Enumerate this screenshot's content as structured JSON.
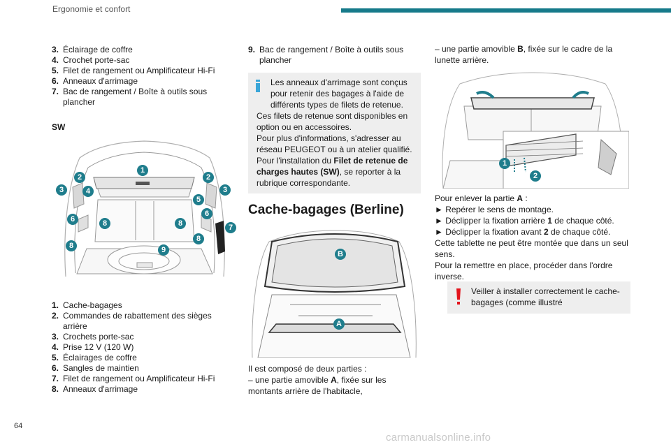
{
  "header": {
    "title": "Ergonomie et confort"
  },
  "page_number": "64",
  "watermark": "carmanualsonline.info",
  "col1": {
    "list_top": [
      {
        "n": "3.",
        "t": "Éclairage de coffre"
      },
      {
        "n": "4.",
        "t": "Crochet porte-sac"
      },
      {
        "n": "5.",
        "t": "Filet de rangement ou Amplificateur Hi-Fi"
      },
      {
        "n": "6.",
        "t": "Anneaux d'arrimage"
      },
      {
        "n": "7.",
        "t": "Bac de rangement / Boîte à outils sous plancher"
      }
    ],
    "sw_label": "SW",
    "sw_callouts": [
      "1",
      "2",
      "2",
      "3",
      "3",
      "4",
      "5",
      "6",
      "6",
      "7",
      "8",
      "8",
      "8",
      "8",
      "9"
    ],
    "list_bottom": [
      {
        "n": "1.",
        "t": "Cache-bagages"
      },
      {
        "n": "2.",
        "t": "Commandes de rabattement des sièges arrière"
      },
      {
        "n": "3.",
        "t": "Crochets porte-sac"
      },
      {
        "n": "4.",
        "t": "Prise 12 V (120 W)"
      },
      {
        "n": "5.",
        "t": "Éclairages de coffre"
      },
      {
        "n": "6.",
        "t": "Sangles de maintien"
      },
      {
        "n": "7.",
        "t": "Filet de rangement ou Amplificateur Hi-Fi"
      },
      {
        "n": "8.",
        "t": "Anneaux d'arrimage"
      }
    ]
  },
  "col2": {
    "item9": {
      "n": "9.",
      "t": "Bac de rangement / Boîte à outils sous plancher"
    },
    "info": {
      "line1": "Les anneaux d'arrimage sont conçus pour retenir des bagages à l'aide de différents types de filets de retenue.",
      "line2": "Ces filets de retenue sont disponibles en option ou en accessoires.",
      "line3": "Pour plus d'informations, s'adresser au réseau PEUGEOT ou à un atelier qualifié.",
      "line4_pre": "Pour l'installation du ",
      "line4_bold": "Filet de retenue de charges hautes (SW)",
      "line4_post": ", se reporter à la rubrique correspondante."
    },
    "section_title": "Cache-bagages (Berline)",
    "fig_callouts": [
      "B",
      "A"
    ],
    "intro": "Il est composé de deux parties :",
    "part_a_pre": "– une partie amovible ",
    "part_a_bold": "A",
    "part_a_post": ", fixée sur les montants arrière de l'habitacle,"
  },
  "col3": {
    "part_b_pre": "– une partie amovible ",
    "part_b_bold": "B",
    "part_b_post": ", fixée sur le cadre de la lunette arrière.",
    "fig_callouts": [
      "1",
      "2"
    ],
    "remove_title_pre": "Pour enlever la partie ",
    "remove_title_bold": "A",
    "remove_title_post": " :",
    "steps": [
      {
        "pre": "► Repérer le sens de montage.",
        "bold": "",
        "post": ""
      },
      {
        "pre": "► Déclipper la fixation arrière ",
        "bold": "1",
        "post": " de chaque côté."
      },
      {
        "pre": "► Déclipper la fixation avant ",
        "bold": "2",
        "post": " de chaque côté."
      }
    ],
    "note1": "Cette tablette ne peut être montée que dans un seul sens.",
    "note2": "Pour la remettre en place, procéder dans l'ordre inverse.",
    "warning": "Veiller à installer correctement le cache-bagages (comme illustré"
  },
  "colors": {
    "accent": "#167a8a",
    "callout": "#1f7d8c",
    "info_icon": "#3aa6d8",
    "warn_icon": "#e3141c",
    "box_bg": "#eeeeee"
  }
}
